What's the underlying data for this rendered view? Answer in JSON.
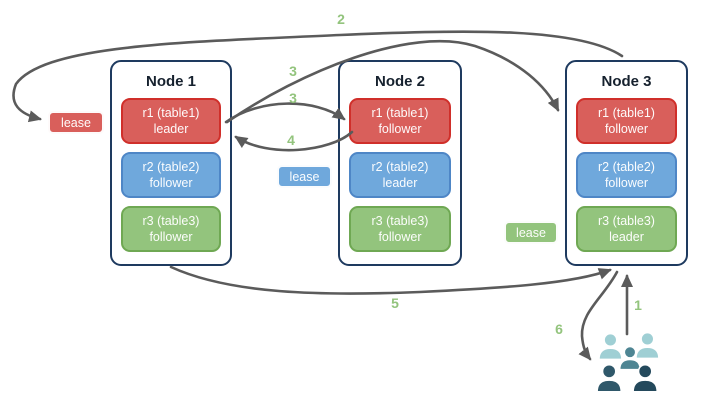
{
  "diagram": {
    "nodes": [
      {
        "title": "Node 1",
        "replicas": [
          {
            "name": "r1 (table1)",
            "role": "leader",
            "color": "red"
          },
          {
            "name": "r2 (table2)",
            "role": "follower",
            "color": "blue"
          },
          {
            "name": "r3 (table3)",
            "role": "follower",
            "color": "green"
          }
        ]
      },
      {
        "title": "Node 2",
        "replicas": [
          {
            "name": "r1 (table1)",
            "role": "follower",
            "color": "red"
          },
          {
            "name": "r2 (table2)",
            "role": "leader",
            "color": "blue"
          },
          {
            "name": "r3 (table3)",
            "role": "follower",
            "color": "green"
          }
        ]
      },
      {
        "title": "Node 3",
        "replicas": [
          {
            "name": "r1 (table1)",
            "role": "follower",
            "color": "red"
          },
          {
            "name": "r2 (table2)",
            "role": "follower",
            "color": "blue"
          },
          {
            "name": "r3 (table3)",
            "role": "leader",
            "color": "green"
          }
        ]
      }
    ],
    "leases": [
      {
        "label": "lease",
        "color": "red"
      },
      {
        "label": "lease",
        "color": "blue"
      },
      {
        "label": "lease",
        "color": "green"
      }
    ],
    "arrow_labels": [
      {
        "label": "2"
      },
      {
        "label": "3"
      },
      {
        "label": "3"
      },
      {
        "label": "4"
      },
      {
        "label": "5"
      },
      {
        "label": "6"
      },
      {
        "label": "1"
      }
    ],
    "icons": {
      "users": "users-group-icon"
    },
    "colors": {
      "red_fill": "#D95F5B",
      "red_border": "#D02F2A",
      "blue_fill": "#6FA8DC",
      "blue_border": "#4E86C6",
      "green_fill": "#93C47D",
      "green_border": "#6FA853",
      "node_border": "#1E3A5F",
      "arrow": "#5B5B5B",
      "label_green": "#93C47D",
      "user_light": "#9FCFD4",
      "user_mid": "#4E8593",
      "user_dark1": "#2F586A",
      "user_dark2": "#24495C"
    }
  }
}
